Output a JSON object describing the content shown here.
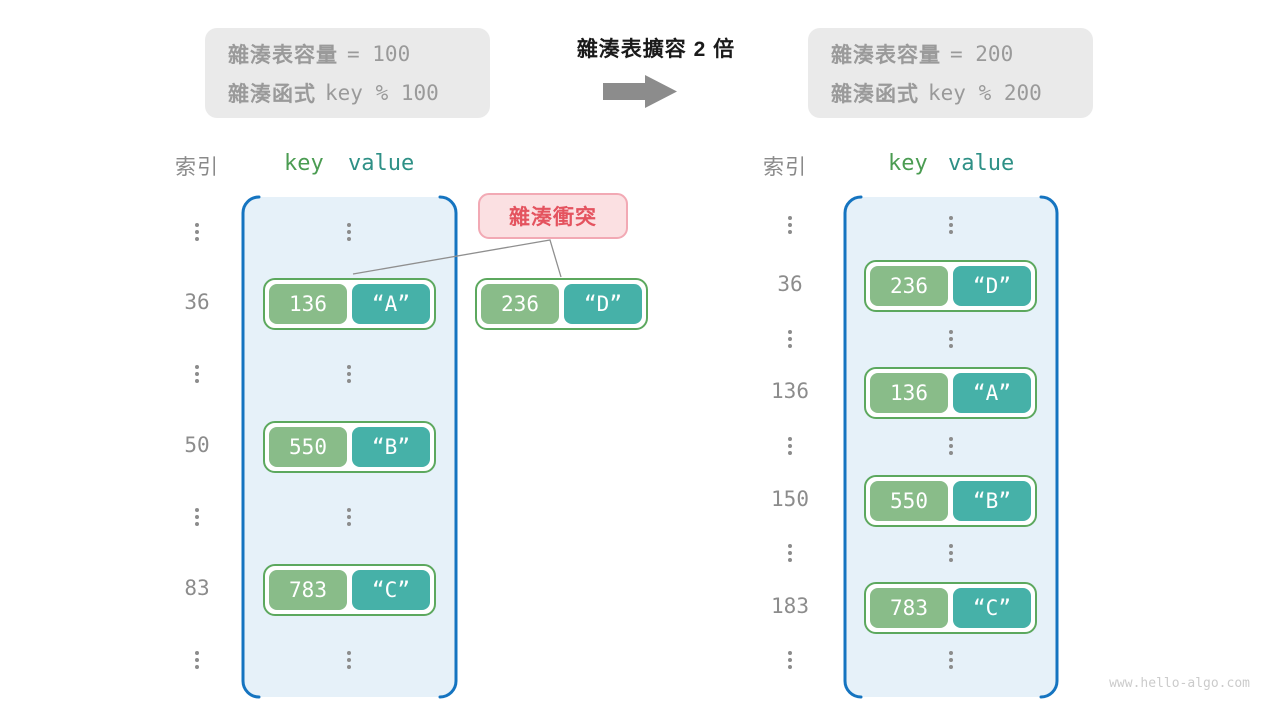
{
  "colors": {
    "info_box_bg": "#EAEAEA",
    "info_text_gray": "#9A9A9A",
    "title_black": "#1A1A1A",
    "arrow_gray": "#8C8C8C",
    "container_bg": "#E6F1F9",
    "container_border_blue": "#1574C0",
    "pair_border_green": "#5CA85E",
    "key_green": "#89BC89",
    "value_teal": "#46B1A8",
    "header_key_green": "#4B9C52",
    "header_value_teal": "#2E9086",
    "index_gray": "#8C8C8C",
    "collision_bg": "#FBE0E2",
    "collision_border": "#F2A9B4",
    "collision_red": "#E4535F",
    "watermark_gray": "#CBCBCB"
  },
  "before_box": {
    "line1_label": "雜湊表容量",
    "line1_value": "= 100",
    "line2_label": "雜湊函式",
    "line2_value": "key % 100"
  },
  "after_box": {
    "line1_label": "雜湊表容量",
    "line1_value": "= 200",
    "line2_label": "雜湊函式",
    "line2_value": "key % 200"
  },
  "transform": {
    "title": "雜湊表擴容 2 倍"
  },
  "collision": {
    "label": "雜湊衝突",
    "pair": {
      "key": "236",
      "value": "“D”"
    }
  },
  "left_table": {
    "headers": {
      "index": "索引",
      "key": "key",
      "value": "value"
    },
    "rows": [
      {
        "index": "36",
        "key": "136",
        "value": "“A”"
      },
      {
        "index": "50",
        "key": "550",
        "value": "“B”"
      },
      {
        "index": "83",
        "key": "783",
        "value": "“C”"
      }
    ]
  },
  "right_table": {
    "headers": {
      "index": "索引",
      "key": "key",
      "value": "value"
    },
    "rows": [
      {
        "index": "36",
        "key": "236",
        "value": "“D”"
      },
      {
        "index": "136",
        "key": "136",
        "value": "“A”"
      },
      {
        "index": "150",
        "key": "550",
        "value": "“B”"
      },
      {
        "index": "183",
        "key": "783",
        "value": "“C”"
      }
    ]
  },
  "watermark": "www.hello-algo.com"
}
